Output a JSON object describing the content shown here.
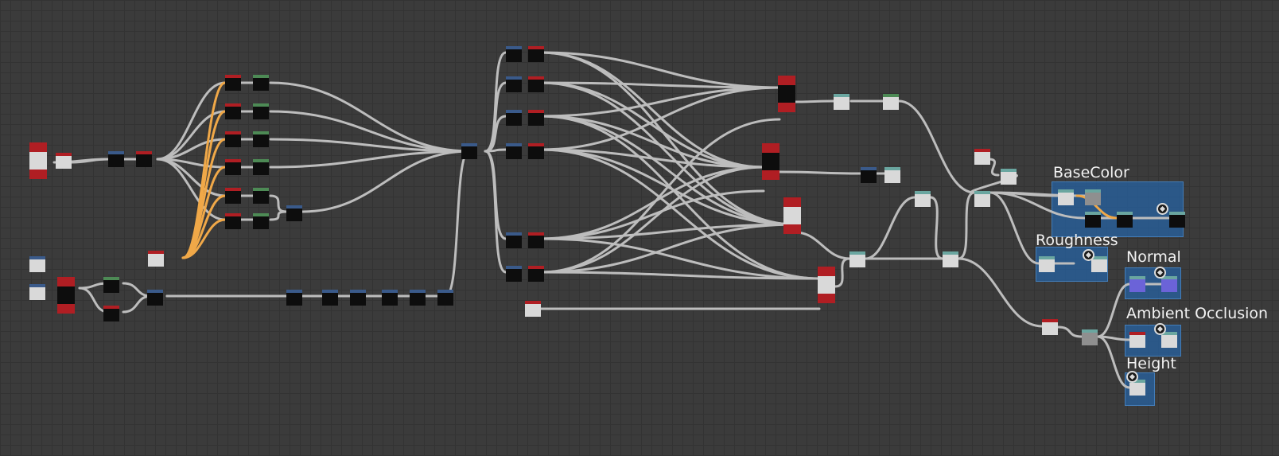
{
  "window": {
    "title": ""
  },
  "graph": {
    "frames": {
      "basecolor": {
        "title": "BaseColor"
      },
      "roughness": {
        "title": "Roughness"
      },
      "normal": {
        "title": "Normal"
      },
      "ambient_occlusion": {
        "title": "Ambient Occlusion"
      },
      "height": {
        "title": "Height"
      }
    }
  },
  "colors": {
    "background": "#3b3b3b",
    "grid": "#333333",
    "wire": "#bdbdbd",
    "wire_highlight": "#f0a848",
    "frame_fill": "#26609e",
    "header_red": "#b01e23",
    "header_blue": "#3a5a8a",
    "header_green": "#4d8a55",
    "header_teal": "#6aa6a0"
  },
  "icons": [
    "output-node-icon"
  ]
}
